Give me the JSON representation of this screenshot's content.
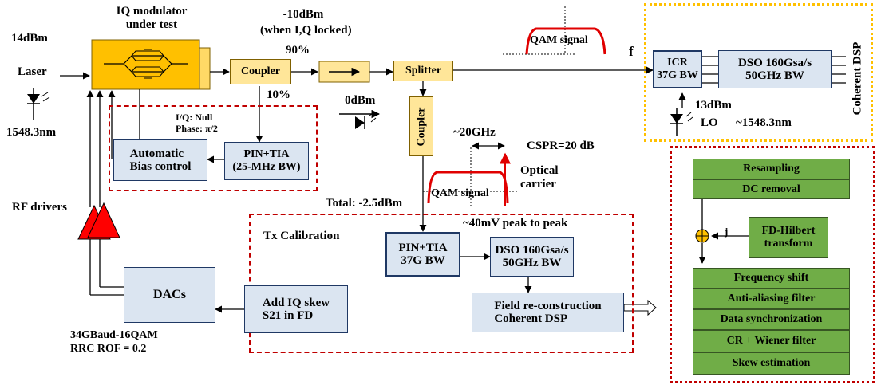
{
  "mod": {
    "title1": "IQ modulator",
    "title2": "under test"
  },
  "laser": {
    "power": "14dBm",
    "label": "Laser",
    "wavelength": "1548.3nm"
  },
  "power_labels": {
    "p10": "-10dBm",
    "locked": "(when I,Q locked)",
    "p90": "90%",
    "p10pct": "10%",
    "p0": "0dBm",
    "total": "Total: -2.5dBm",
    "lo_power": "13dBm"
  },
  "blocks": {
    "coupler1": "Coupler",
    "splitter": "Splitter",
    "coupler2": "Coupler",
    "icr": [
      "ICR",
      "37G BW"
    ],
    "dso_top": [
      "DSO 160Gsa/s",
      "50GHz BW"
    ],
    "pin_small": [
      "PIN+TIA",
      "(25-MHz BW)"
    ],
    "abc": [
      "Automatic",
      "Bias control"
    ],
    "pin_big": [
      "PIN+TIA",
      "37G BW"
    ],
    "dso_mid": [
      "DSO 160Gsa/s",
      "50GHz BW"
    ],
    "field": [
      "Field re-construction",
      "Coherent DSP"
    ],
    "iqskew": [
      "Add IQ skew",
      "S21 in FD"
    ],
    "dacs": "DACs",
    "hilbert": [
      "FD-Hilbert",
      "transform"
    ]
  },
  "dsp_chain": [
    "Resampling",
    "DC removal"
  ],
  "dsp_chain2": [
    "Frequency shift",
    "Anti-aliasing filter",
    "Data synchronization",
    "CR + Wiener filter",
    "Skew estimation"
  ],
  "labels": {
    "iq_null": "I/Q: Null",
    "phase": "Phase: π/2",
    "rf_drivers": "RF drivers",
    "qam_top": "QAM signal",
    "qam_bottom": "QAM signal",
    "f": "f",
    "coherent_dsp": "Coherent DSP",
    "lo": "LO",
    "lo_wl": "~1548.3nm",
    "bw20": "~20GHz",
    "cspr": "CSPR=20 dB",
    "optical": "Optical",
    "carrier": "carrier",
    "tx_cal": "Tx Calibration",
    "vpp": "~40mV peak to peak",
    "baud": "34GBaud-16QAM",
    "rrc": "RRC ROF = 0.2",
    "j": "j"
  },
  "colors": {
    "dashed_box": "#c00000",
    "coherent_box": "#ffc000",
    "dsp_green": "#70ad47",
    "block_blue": "#dbe5f1",
    "block_yellow": "#ffe699",
    "driver_red": "#ff0000"
  }
}
